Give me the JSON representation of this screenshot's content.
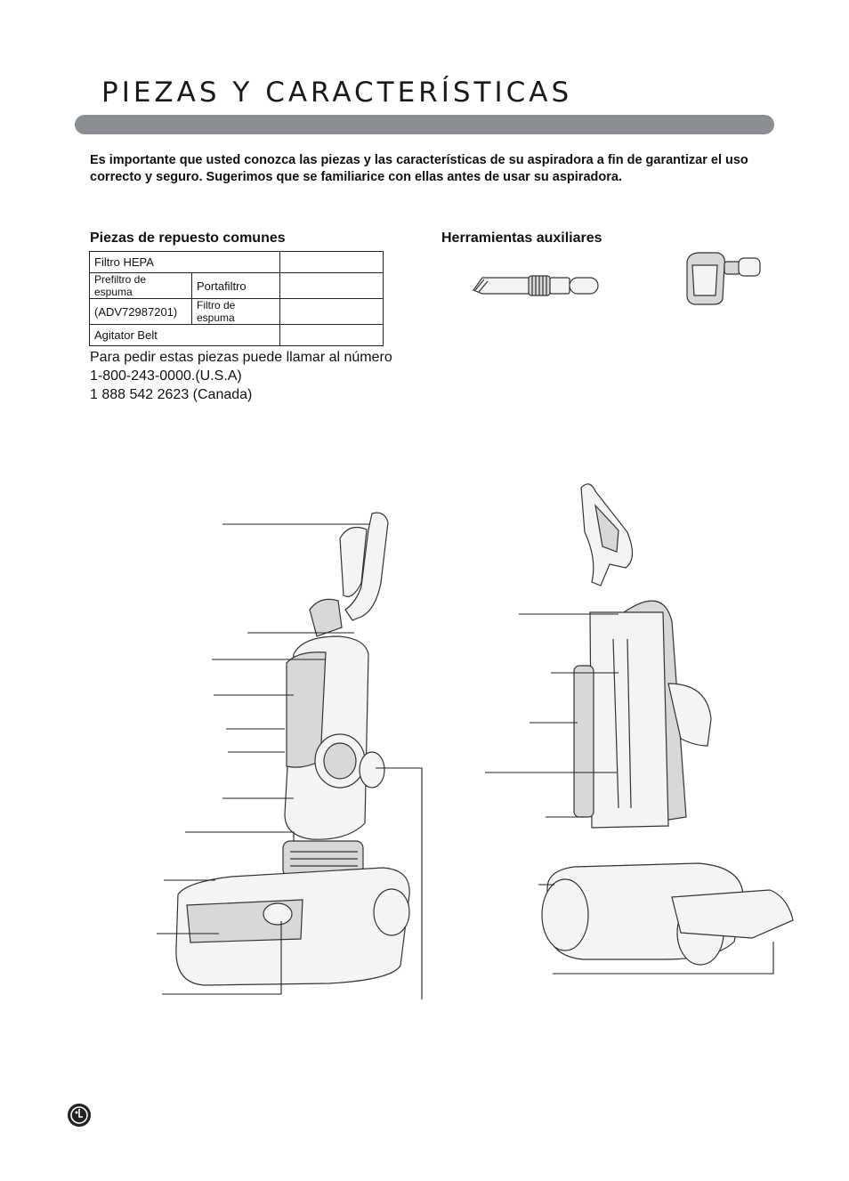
{
  "header": {
    "title": "PIEZAS Y CARACTERÍSTICAS"
  },
  "intro": "Es importante que usted conozca las piezas y las características de su aspiradora a fin de garantizar el uso correcto y seguro.  Sugerimos que se familiarice con ellas antes de usar su aspiradora.",
  "parts": {
    "heading": "Piezas de repuesto comunes",
    "hepa": "Filtro HEPA",
    "prefilter": "Prefiltro de espuma",
    "prefilter_code": "(ADV72987201)",
    "filter_holder": "Portafiltro",
    "foam_filter": "Filtro de espuma",
    "belt": "Agitator Belt"
  },
  "order": {
    "line1": "Para pedir estas piezas puede llamar al número",
    "line2": "1-800-243-0000.(U.S.A)",
    "line3": "1 888 542 2623 (Canada)"
  },
  "tools": {
    "heading": "Herramientas auxiliares"
  },
  "icons": {
    "crevice": "crevice-tool-icon",
    "brush": "dusting-brush-icon",
    "logo": "lg-logo-icon"
  }
}
